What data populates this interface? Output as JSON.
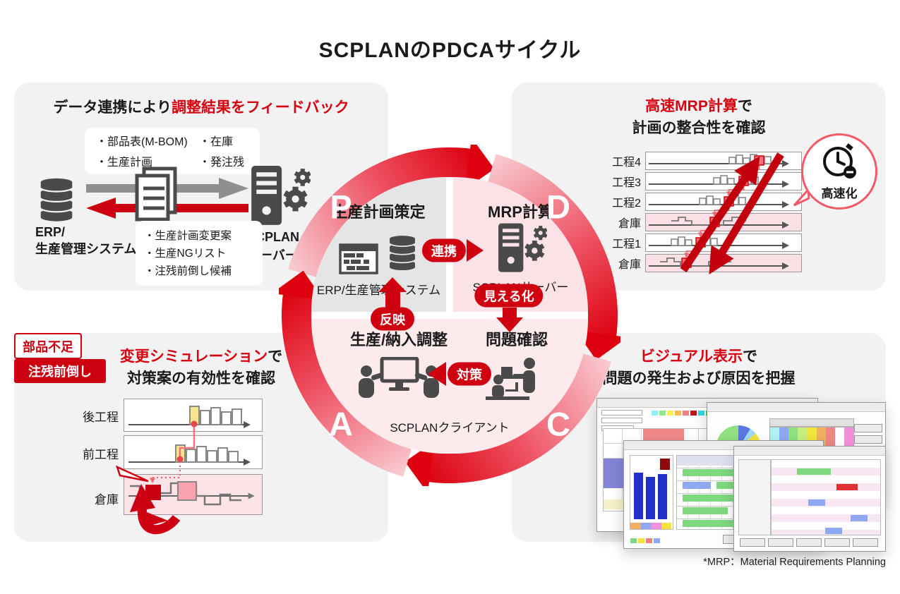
{
  "title": "SCPLANのPDCAサイクル",
  "footnote": "*MRP：Material Requirements Planning",
  "colors": {
    "brand_red": "#d7000f",
    "ring_red": "#dd000f",
    "ring_pink": "#f9cdd3",
    "panel_bg": "#f2f2f3",
    "quad_gray": "#e6e5e5",
    "quad_pink": "#fbe2e6",
    "half_pink": "#fdeaed",
    "icon_gray": "#4a4a4a"
  },
  "panels": {
    "top_left": {
      "heading_black": "データ連携により",
      "heading_red": "調整結果をフィードバック",
      "out_items": [
        "・部品表(M-BOM)",
        "・在庫",
        "・生産計画",
        "・発注残"
      ],
      "db_line1": "ERP/",
      "db_line2": "生産管理システム",
      "server_line1": "SCPLAN",
      "server_line2": "サーバー",
      "feedback_items": [
        "・生産計画変更案",
        "・生産NGリスト",
        "・注残前倒し候補"
      ]
    },
    "top_right": {
      "heading_red": "高速MRP計算",
      "heading_suffix": "で",
      "heading_line2": "計画の整合性を確認",
      "rows": [
        "工程4",
        "工程3",
        "工程2",
        "倉庫",
        "工程1",
        "倉庫"
      ],
      "badge": "高速化"
    },
    "bottom_left": {
      "heading_red": "変更シミュレーション",
      "heading_suffix": "で",
      "heading_line2": "対策案の有効性を確認",
      "rows": [
        "後工程",
        "前工程",
        "倉庫"
      ],
      "shortage_label": "部品不足",
      "pull_forward_label": "注残前倒し"
    },
    "bottom_right": {
      "heading_red": "ビジュアル表示",
      "heading_suffix": "で",
      "heading_line2": "問題の発生および原因を把握"
    }
  },
  "cycle": {
    "letters": [
      "P",
      "D",
      "C",
      "A"
    ],
    "plan": {
      "title": "生産計画策定",
      "caption": "ERP/生産管理システム"
    },
    "do": {
      "title": "MRP計算",
      "caption": "SCPLANサーバー"
    },
    "check": {
      "title": "問題確認"
    },
    "act": {
      "title": "生産/納入調整",
      "caption": "SCPLANクライアント"
    },
    "pills": {
      "link": "連携",
      "visualize": "見える化",
      "reflect": "反映",
      "countermeasure": "対策"
    }
  }
}
